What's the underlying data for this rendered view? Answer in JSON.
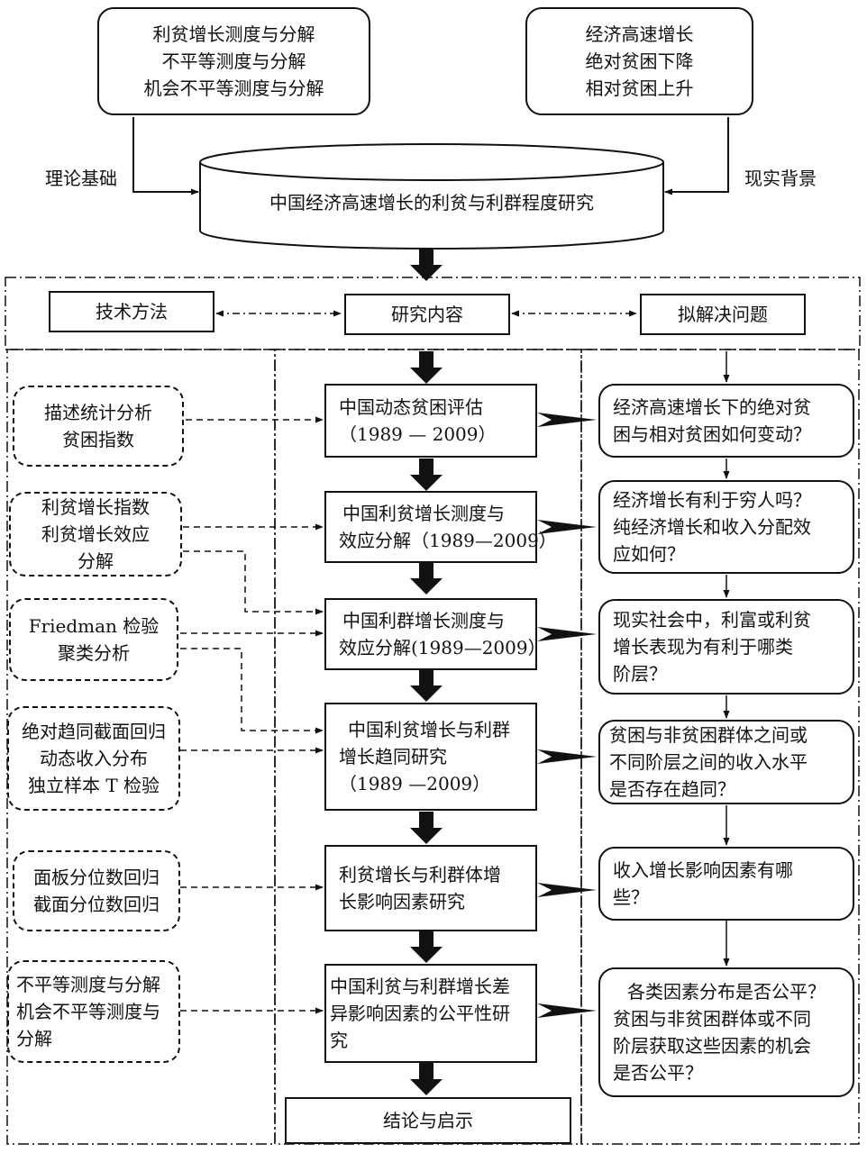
{
  "top": {
    "theory_box": [
      "利贫增长测度与分解",
      "不平等测度与分解",
      "机会不平等测度与分解"
    ],
    "background_box": [
      "经济高速增长",
      "绝对贫困下降",
      "相对贫困上升"
    ],
    "theory_label": "理论基础",
    "background_label": "现实背景",
    "cylinder_title": "中国经济高速增长的利贫与利群程度研究"
  },
  "headers": {
    "methods": "技术方法",
    "content": "研究内容",
    "problems": "拟解决问题"
  },
  "methods": [
    [
      "描述统计分析",
      "贫困指数"
    ],
    [
      "利贫增长指数",
      "利贫增长效应",
      "分解"
    ],
    [
      "Friedman 检验",
      "聚类分析"
    ],
    [
      "绝对趋同截面回归",
      "动态收入分布",
      "独立样本 T 检验"
    ],
    [
      "面板分位数回归",
      "截面分位数回归"
    ],
    [
      "不平等测度与分解",
      "机会不平等测度与",
      "分解"
    ]
  ],
  "content": [
    [
      "中国动态贫困评估",
      "（1989 — 2009）"
    ],
    [
      "中国利贫增长测度与",
      "效应分解（1989—2009）"
    ],
    [
      "中国利群增长测度与",
      "效应分解(1989—2009）"
    ],
    [
      "中国利贫增长与利群",
      "增长趋同研究",
      "（1989 —2009）"
    ],
    [
      "利贫增长与利群体增",
      "长影响因素研究"
    ],
    [
      "中国利贫与利群增长差",
      "异影响因素的公平性研",
      "究"
    ]
  ],
  "conclusion": "结论与启示",
  "problems": [
    [
      "经济高速增长下的绝对贫",
      "困与相对贫困如何变动？"
    ],
    [
      "经济增长有利于穷人吗？",
      "纯经济增长和收入分配效",
      "应如何？"
    ],
    [
      "现实社会中，利富或利贫",
      "增长表现为有利于哪类",
      "阶层？"
    ],
    [
      "贫困与非贫困群体之间或",
      "不同阶层之间的收入水平",
      "是否存在趋同？"
    ],
    [
      "收入增长影响因素有哪",
      "些？"
    ],
    [
      "各类因素分布是否公平？",
      "贫困与非贫困群体或不同",
      "阶层获取这些因素的机会",
      "是否公平？"
    ]
  ]
}
